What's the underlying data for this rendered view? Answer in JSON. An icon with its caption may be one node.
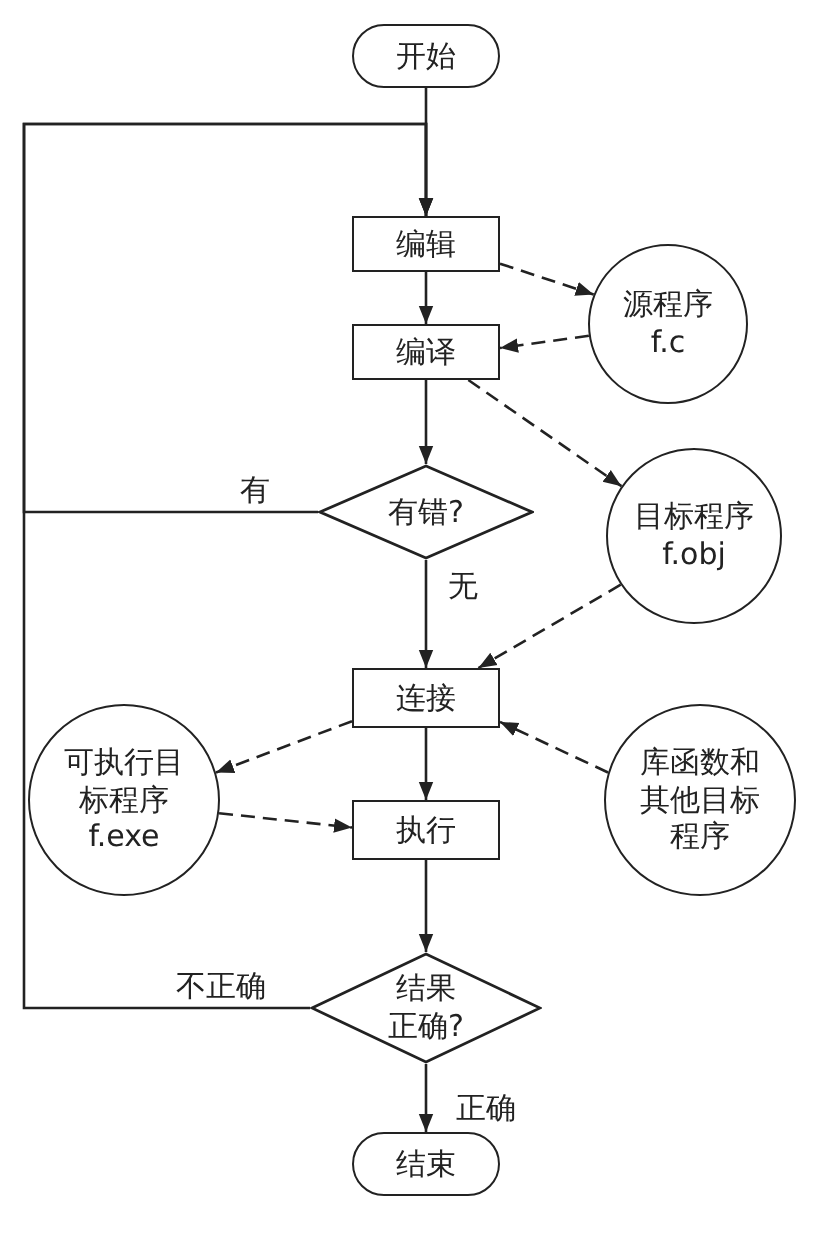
{
  "diagram": {
    "nodes": [
      {
        "text": [
          "开始"
        ]
      },
      {
        "text": [
          "编辑"
        ]
      },
      {
        "text": [
          "源程序",
          "f.c"
        ]
      },
      {
        "text": [
          "编译"
        ]
      },
      {
        "text": [
          "有错?"
        ]
      },
      {
        "text": [
          "目标程序",
          "f.obj"
        ]
      },
      {
        "text": [
          "连接"
        ]
      },
      {
        "text": [
          "可执行目标程序",
          "f.exe"
        ]
      },
      {
        "text": [
          "库函数和其他目标程序"
        ]
      },
      {
        "text": [
          "执行"
        ]
      },
      {
        "text": [
          "结果正确?"
        ]
      },
      {
        "text": [
          "结束"
        ]
      }
    ],
    "edges": [
      {
        "from": 0,
        "to": 1,
        "arrow": "to"
      },
      {
        "from": 1,
        "to": 2,
        "arrow": "to",
        "style": "dashed"
      },
      {
        "from": 2,
        "to": 3,
        "arrow": "to",
        "style": "dashed"
      },
      {
        "from": 1,
        "to": 3,
        "arrow": "to"
      },
      {
        "from": 3,
        "to": 5,
        "arrow": "to",
        "style": "dashed"
      },
      {
        "from": 3,
        "to": 4,
        "arrow": "to"
      },
      {
        "from": 4,
        "to": 1,
        "arrow": "to",
        "label": "有"
      },
      {
        "from": 4,
        "to": 6,
        "arrow": "to",
        "label": "无"
      },
      {
        "from": 5,
        "to": 6,
        "arrow": "to",
        "style": "dashed"
      },
      {
        "from": 6,
        "to": 7,
        "arrow": "to",
        "style": "dashed"
      },
      {
        "from": 8,
        "to": 6,
        "arrow": "to",
        "style": "dashed"
      },
      {
        "from": 6,
        "to": 9,
        "arrow": "to"
      },
      {
        "from": 7,
        "to": 9,
        "arrow": "to",
        "style": "dashed"
      },
      {
        "from": 9,
        "to": 10,
        "arrow": "to"
      },
      {
        "from": 10,
        "to": 1,
        "arrow": "to",
        "label": "不正确"
      },
      {
        "from": 10,
        "to": 11,
        "arrow": "to",
        "label": "正确"
      }
    ]
  }
}
